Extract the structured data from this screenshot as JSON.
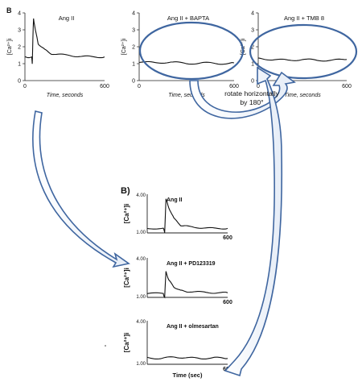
{
  "top": {
    "panel_letter": "B",
    "ylabel": "[Ca²⁺]i",
    "xlabel": "Time, seconds",
    "y_ticks": [
      "0",
      "1",
      "2",
      "3",
      "4"
    ],
    "x_ticks": [
      "0",
      "600"
    ],
    "panels": [
      {
        "title": "Ang II"
      },
      {
        "title": "Ang II + BAPTA"
      },
      {
        "title": "Ang II + TMB 8"
      }
    ]
  },
  "bottom": {
    "panel_letter": "B)",
    "ylabel": "[Ca²⁺]i",
    "xlabel": "Time (sec)",
    "y_top_tick": "4.00",
    "y_bottom_tick": "1.00",
    "x_end_tick": "600",
    "panels": [
      {
        "title": "Ang II"
      },
      {
        "title": "Ang II + PD123319"
      },
      {
        "title": "Ang II + olmesartan"
      }
    ]
  },
  "annotation": {
    "line1": "rotate horizontally",
    "line2": "by 180°"
  },
  "chart_data": [
    {
      "type": "line",
      "title": "Ang II",
      "ylabel": "[Ca²⁺]i",
      "xlabel": "Time, seconds",
      "xlim": [
        0,
        600
      ],
      "ylim": [
        0,
        4
      ],
      "x": [
        0,
        50,
        55,
        60,
        65,
        80,
        100,
        150,
        200,
        300,
        400,
        500,
        600
      ],
      "values": [
        1.4,
        1.4,
        1.0,
        2.5,
        3.7,
        2.9,
        2.2,
        1.8,
        1.6,
        1.5,
        1.45,
        1.4,
        1.4
      ]
    },
    {
      "type": "line",
      "title": "Ang II + BAPTA",
      "ylabel": "[Ca²⁺]i",
      "xlabel": "Time, seconds",
      "xlim": [
        0,
        600
      ],
      "ylim": [
        0,
        4
      ],
      "x": [
        0,
        100,
        200,
        300,
        400,
        500,
        600
      ],
      "values": [
        1.1,
        1.05,
        1.1,
        1.0,
        1.05,
        1.0,
        1.05
      ]
    },
    {
      "type": "line",
      "title": "Ang II + TMB 8",
      "ylabel": "[Ca²⁺]i",
      "xlabel": "Time, seconds",
      "xlim": [
        0,
        600
      ],
      "ylim": [
        0,
        4
      ],
      "x": [
        0,
        100,
        200,
        300,
        400,
        500,
        600
      ],
      "values": [
        1.3,
        1.25,
        1.2,
        1.25,
        1.2,
        1.2,
        1.25
      ]
    },
    {
      "type": "line",
      "title": "Ang II",
      "ylabel": "[Ca²⁺]i",
      "xlabel": "Time (sec)",
      "xlim": [
        0,
        600
      ],
      "ylim": [
        1,
        4
      ],
      "x": [
        0,
        120,
        130,
        140,
        160,
        200,
        250,
        300,
        400,
        500,
        600
      ],
      "values": [
        1.35,
        1.35,
        1.05,
        3.6,
        3.0,
        2.1,
        1.6,
        1.5,
        1.4,
        1.35,
        1.35
      ]
    },
    {
      "type": "line",
      "title": "Ang II + PD123319",
      "ylabel": "[Ca²⁺]i",
      "xlabel": "Time (sec)",
      "xlim": [
        0,
        600
      ],
      "ylim": [
        1,
        4
      ],
      "x": [
        0,
        120,
        130,
        140,
        160,
        200,
        250,
        300,
        400,
        500,
        600
      ],
      "values": [
        1.3,
        1.3,
        1.0,
        3.0,
        2.3,
        1.8,
        1.5,
        1.45,
        1.4,
        1.35,
        1.35
      ]
    },
    {
      "type": "line",
      "title": "Ang II + olmesartan",
      "ylabel": "[Ca²⁺]i",
      "xlabel": "Time (sec)",
      "xlim": [
        0,
        600
      ],
      "ylim": [
        1,
        4
      ],
      "x": [
        0,
        100,
        200,
        300,
        400,
        500,
        600
      ],
      "values": [
        1.45,
        1.4,
        1.5,
        1.45,
        1.4,
        1.45,
        1.4
      ]
    }
  ],
  "colors": {
    "arrow": "#3f66a0",
    "trace": "#111111",
    "axis": "#222222"
  }
}
